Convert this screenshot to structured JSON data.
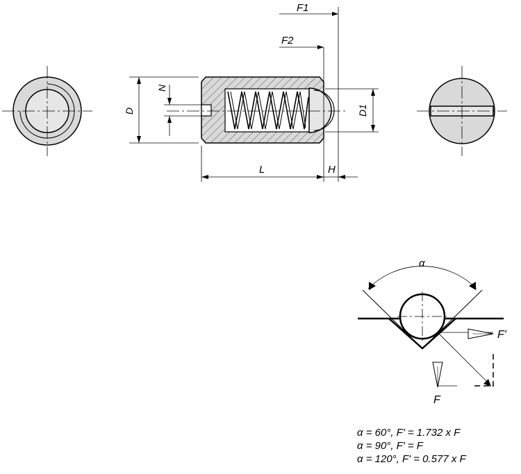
{
  "labels": {
    "F1": "F1",
    "F2": "F2",
    "N": "N",
    "D": "D",
    "D1": "D1",
    "L": "L",
    "H": "H",
    "alpha": "α",
    "F_prime": "F'",
    "F": "F"
  },
  "formulas": [
    "α = 60°, F' = 1.732 x F",
    "α = 90°, F' = F",
    "α = 120°, F' = 0.577 x F"
  ],
  "colors": {
    "line": "#000000",
    "part_fill": "#d9d9d9",
    "ball_fill": "#e6e6e6",
    "background": "#ffffff"
  }
}
